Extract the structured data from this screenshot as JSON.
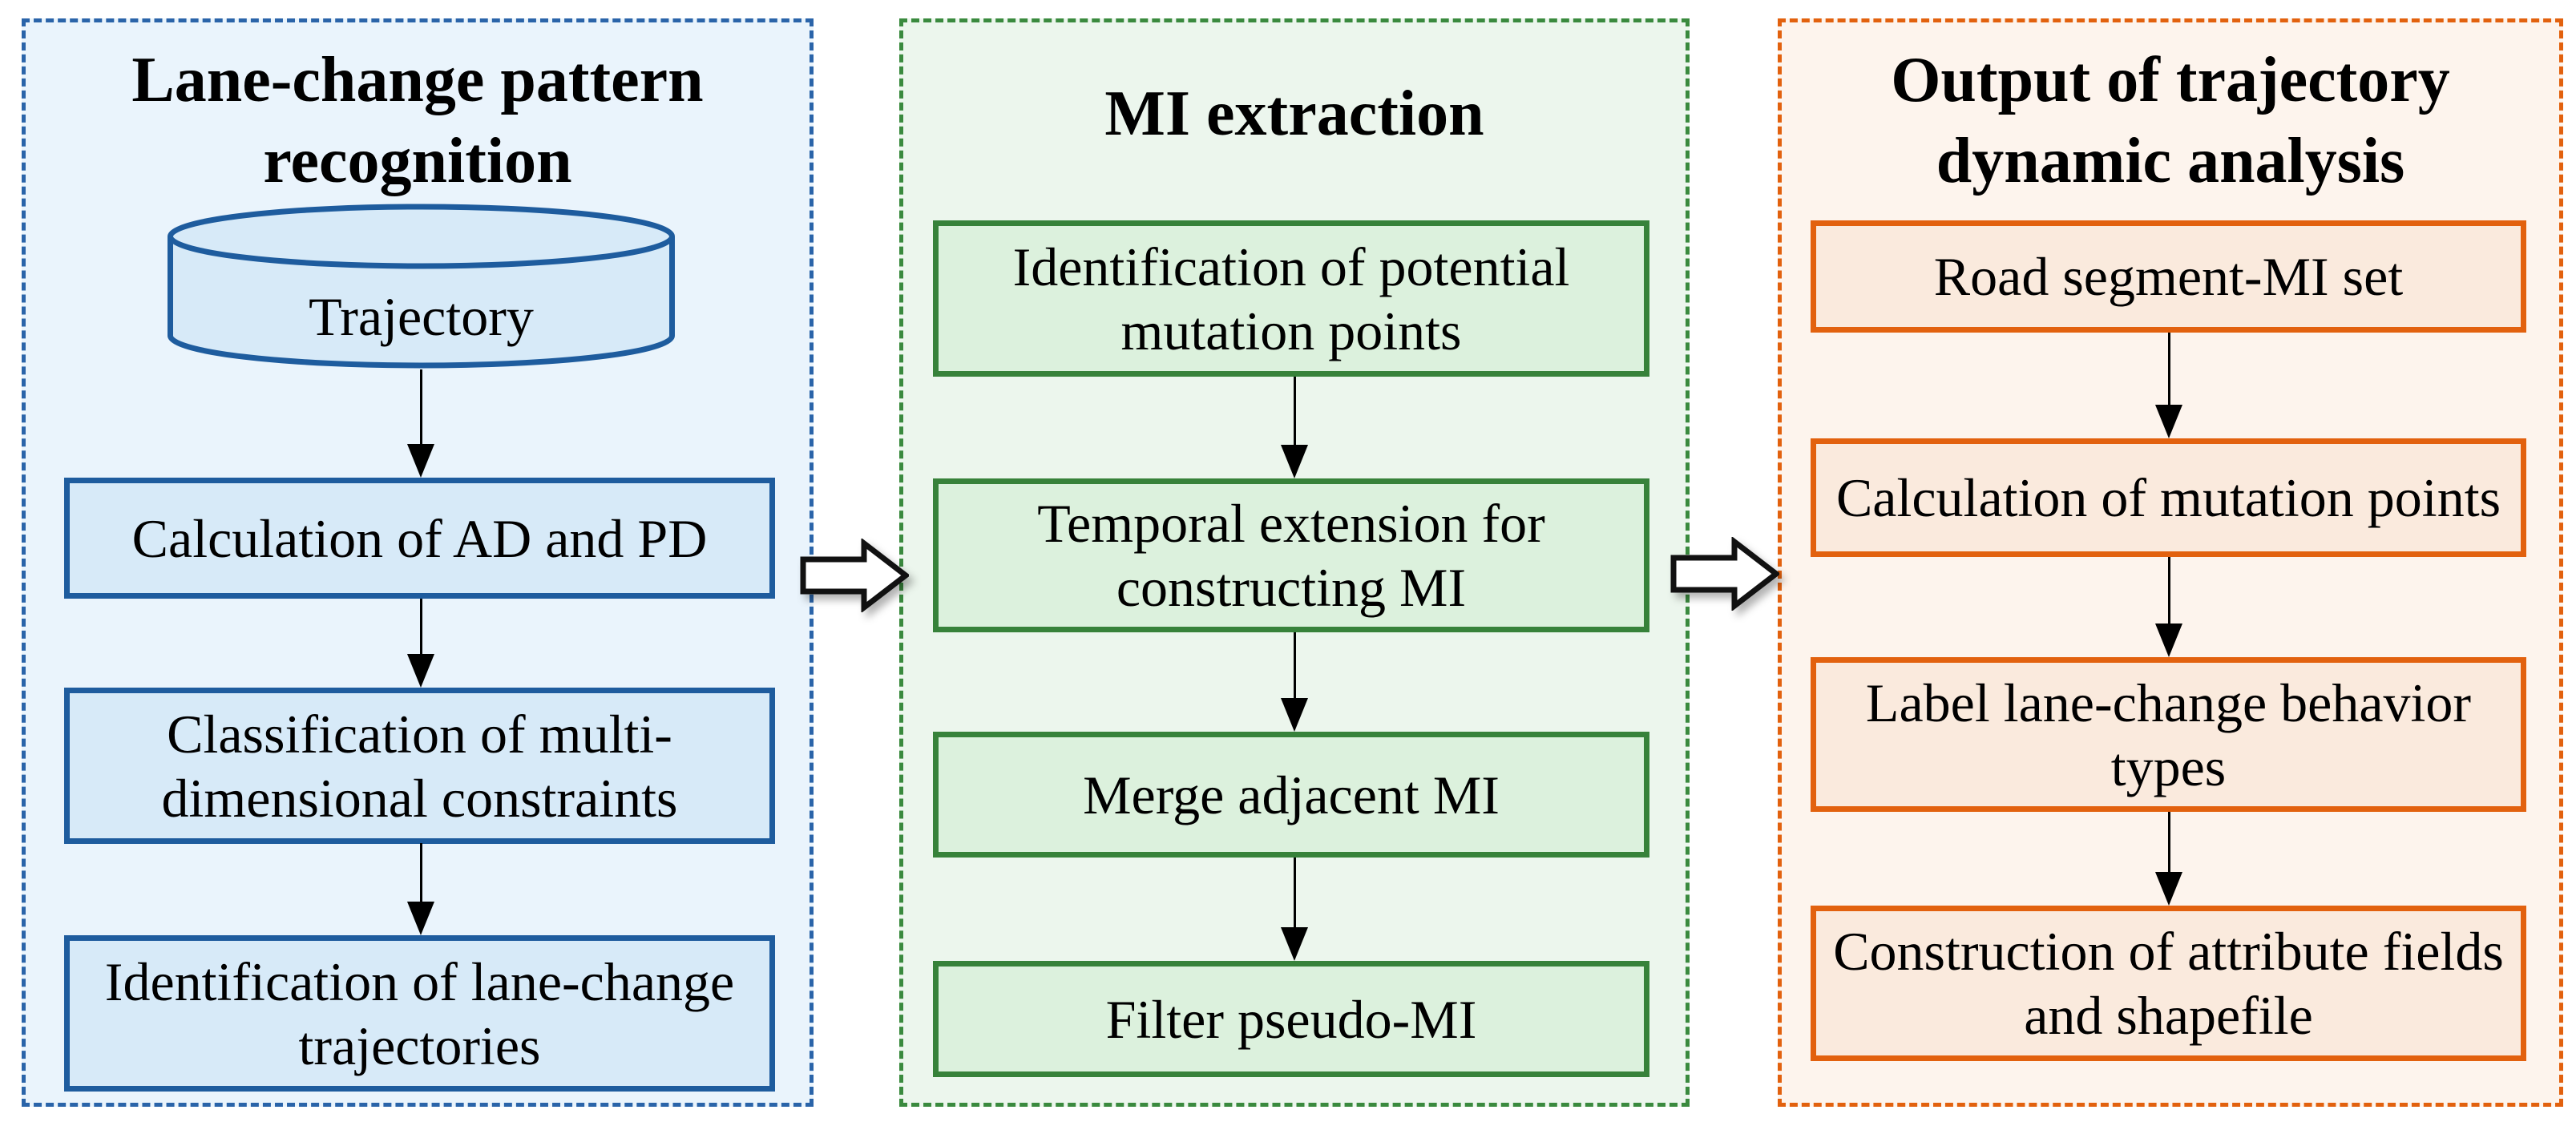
{
  "diagram": {
    "type": "flowchart",
    "description": "Three-stage trajectory dynamic analysis workflow"
  },
  "connector_style": {
    "color": "#000000"
  },
  "flow_arrow_style": {
    "fill": "#ffffff",
    "stroke": "#111111"
  },
  "flow_arrows": [
    {
      "from": "Lane-change pattern recognition",
      "to": "MI extraction"
    },
    {
      "from": "MI extraction",
      "to": "Output of trajectory dynamic analysis"
    }
  ],
  "panels": [
    {
      "title": "Lane-change pattern recognition",
      "title_lines": [
        "Lane-change pattern",
        "recognition"
      ],
      "colors": {
        "dash": "#2a64a9",
        "box_border": "#1e5c9e",
        "node_fill": "#d7eaf8",
        "background": "#eaf4fc"
      },
      "nodes": [
        {
          "shape": "cylinder",
          "label": "Trajectory",
          "lines": [
            "Trajectory"
          ]
        },
        {
          "shape": "rect",
          "label": "Calculation of AD and PD",
          "lines": [
            "Calculation of AD and PD"
          ]
        },
        {
          "shape": "rect",
          "label": "Classification of multi-dimensional constraints",
          "lines": [
            "Classification of multi-",
            "dimensional constraints"
          ]
        },
        {
          "shape": "rect",
          "label": "Identification of lane-change trajectories",
          "lines": [
            "Identification of lane-change",
            "trajectories"
          ]
        }
      ]
    },
    {
      "title": "MI extraction",
      "title_lines": [
        "MI extraction"
      ],
      "colors": {
        "dash": "#3a8a3e",
        "box_border": "#37823a",
        "node_fill": "#dcf1dd",
        "background": "#ecf6ed"
      },
      "nodes": [
        {
          "shape": "rect",
          "label": "Identification of potential mutation points",
          "lines": [
            "Identification of potential",
            "mutation points"
          ]
        },
        {
          "shape": "rect",
          "label": "Temporal extension for constructing MI",
          "lines": [
            "Temporal extension for",
            "constructing MI"
          ]
        },
        {
          "shape": "rect",
          "label": "Merge adjacent MI",
          "lines": [
            "Merge adjacent MI"
          ]
        },
        {
          "shape": "rect",
          "label": "Filter pseudo-MI",
          "lines": [
            "Filter pseudo-MI"
          ]
        }
      ]
    },
    {
      "title": "Output of trajectory dynamic analysis",
      "title_lines": [
        "Output of trajectory",
        "dynamic analysis"
      ],
      "colors": {
        "dash": "#e2610e",
        "box_border": "#e2610e",
        "node_fill": "#faeadd",
        "background": "#fdf4ed"
      },
      "nodes": [
        {
          "shape": "rect",
          "label": "Road segment-MI set",
          "lines": [
            "Road segment-MI set"
          ]
        },
        {
          "shape": "rect",
          "label": "Calculation of mutation points",
          "lines": [
            "Calculation of mutation points"
          ]
        },
        {
          "shape": "rect",
          "label": "Label lane-change behavior types",
          "lines": [
            "Label lane-change behavior",
            "types"
          ]
        },
        {
          "shape": "rect",
          "label": "Construction of attribute fields and shapefile",
          "lines": [
            "Construction of attribute fields",
            "and shapefile"
          ]
        }
      ]
    }
  ]
}
